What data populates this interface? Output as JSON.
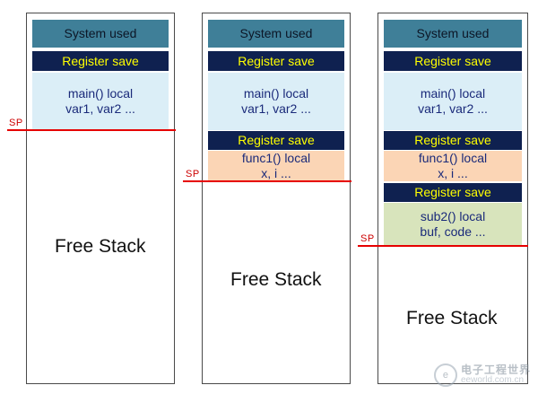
{
  "labels": {
    "system_used": "System used",
    "register_save": "Register save",
    "main_local_line1": "main() local",
    "main_local_line2": "var1, var2 ...",
    "func1_local_line1": "func1() local",
    "func1_local_line2": "x, i ...",
    "sub2_local_line1": "sub2() local",
    "sub2_local_line2": "buf, code ...",
    "free_stack": "Free Stack",
    "sp": "SP"
  },
  "watermark": {
    "cn": "电子工程世界",
    "en": "eeworld.com.cn"
  }
}
